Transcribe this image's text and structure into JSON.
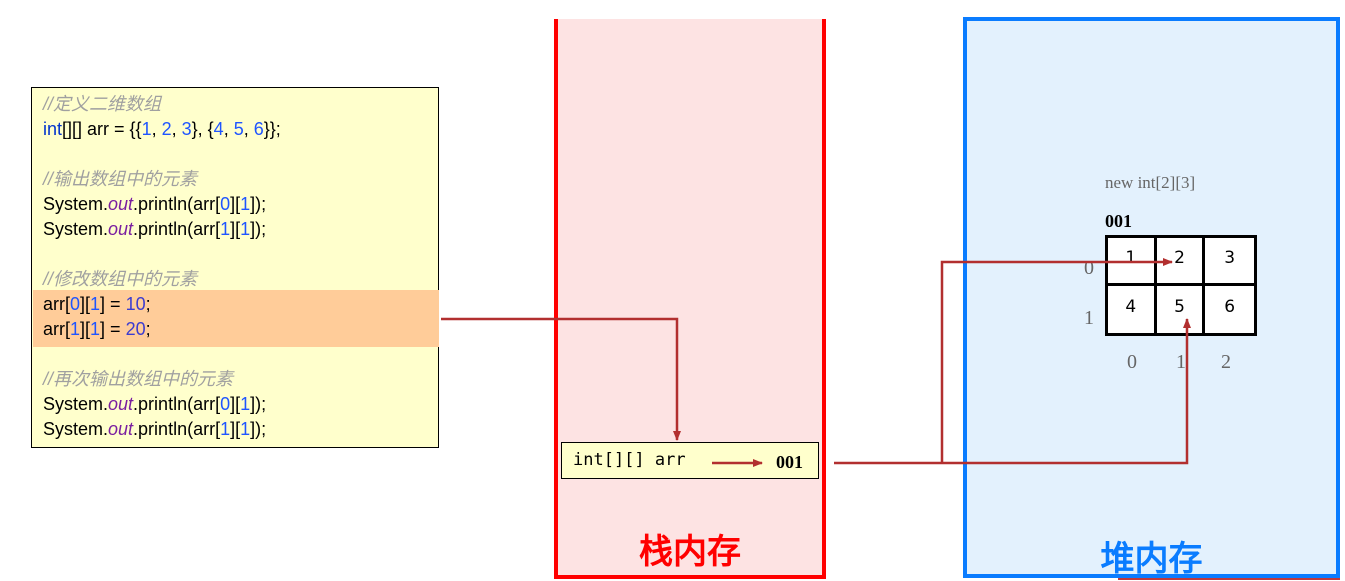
{
  "code": {
    "lines": [
      {
        "type": "comment",
        "text": "//定义二维数组"
      },
      {
        "type": "code",
        "parts": [
          "int",
          "[][] arr = {{",
          "1",
          ", ",
          "2",
          ", ",
          "3",
          "}, {",
          "4",
          ", ",
          "5",
          ", ",
          "6",
          "}};"
        ]
      },
      {
        "type": "blank"
      },
      {
        "type": "comment",
        "text": "//输出数组中的元素"
      },
      {
        "type": "code",
        "parts": [
          "System.",
          "out",
          ".println(arr[",
          "0",
          "][",
          "1",
          "]);"
        ]
      },
      {
        "type": "code",
        "parts": [
          "System.",
          "out",
          ".println(arr[",
          "1",
          "][",
          "1",
          "]);"
        ]
      },
      {
        "type": "blank"
      },
      {
        "type": "comment",
        "text": "//修改数组中的元素"
      },
      {
        "type": "code",
        "highlight": true,
        "parts": [
          "arr[",
          "0",
          "][",
          "1",
          "] = ",
          "10",
          ";"
        ]
      },
      {
        "type": "code",
        "highlight": true,
        "parts": [
          "arr[",
          "1",
          "][",
          "1",
          "] = ",
          "20",
          ";"
        ]
      },
      {
        "type": "blank"
      },
      {
        "type": "comment",
        "text": "//再次输出数组中的元素"
      },
      {
        "type": "code",
        "parts": [
          "System.",
          "out",
          ".println(arr[",
          "0",
          "][",
          "1",
          "]);"
        ]
      },
      {
        "type": "code",
        "parts": [
          "System.",
          "out",
          ".println(arr[",
          "1",
          "][",
          "1",
          "]);"
        ]
      }
    ],
    "highlight_color": "#ffcc99",
    "background_color": "#ffffcc"
  },
  "stack": {
    "label": "栈内存",
    "color": "#ff0000",
    "background": "#fde3e3",
    "variable": {
      "name": "int[][] arr",
      "address": "001"
    }
  },
  "heap": {
    "label": "堆内存",
    "color": "#0a7cff",
    "background": "#e3f1fd",
    "allocation": "new int[2][3]",
    "address": "001",
    "rows": [
      [
        "1",
        "2",
        "3"
      ],
      [
        "4",
        "5",
        "6"
      ]
    ],
    "row_indices": [
      "0",
      "1"
    ],
    "col_indices": [
      "0",
      "1",
      "2"
    ]
  },
  "arrows": {
    "color": "#b22f2f",
    "items": [
      {
        "from": "code-highlight",
        "to": "stack-var"
      },
      {
        "from": "stack-var",
        "to": "heap-cell-0-1"
      },
      {
        "from": "stack-var",
        "to": "heap-cell-1-1"
      }
    ]
  }
}
